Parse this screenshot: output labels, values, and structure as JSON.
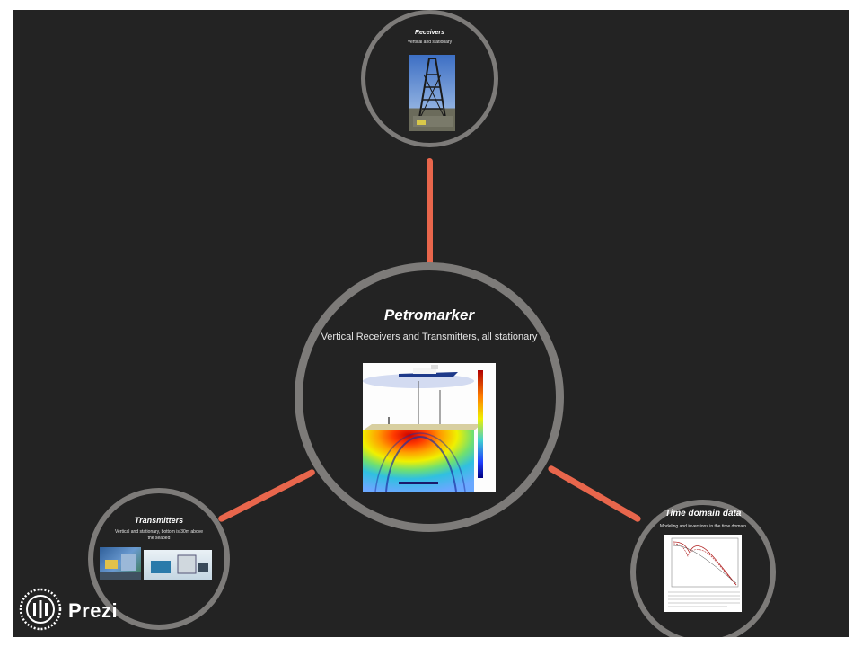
{
  "center": {
    "title": "Petromarker",
    "subtitle": "Vertical Receivers and Transmitters, all stationary"
  },
  "nodes": {
    "receivers": {
      "title": "Receivers",
      "subtitle": "Vertical and stationary"
    },
    "transmitters": {
      "title": "Transmitters",
      "subtitle": "Vertical and stationary, bottom is 30m above the seabed"
    },
    "time_domain": {
      "title": "Time domain data",
      "subtitle": "Modeling and inversions in the time domain"
    }
  },
  "logo": {
    "text": "Prezi",
    "icon": "prezi-logo-icon"
  },
  "colors": {
    "background": "#232323",
    "ring": "#7d7b79",
    "connector": "#e8664c"
  }
}
